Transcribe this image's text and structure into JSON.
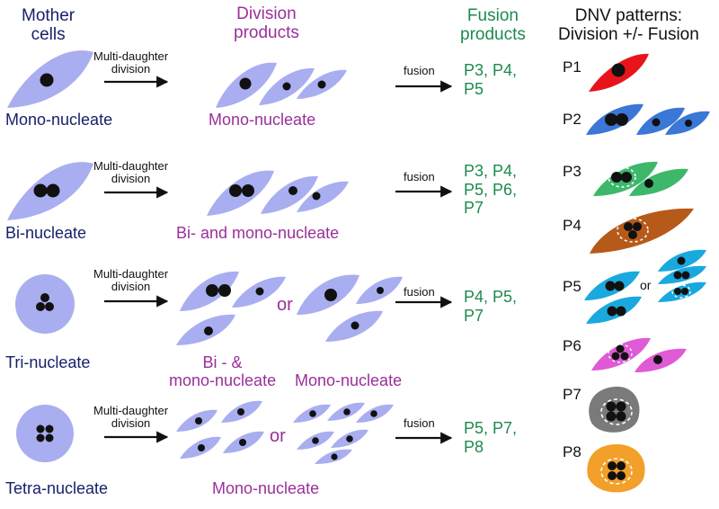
{
  "headers": {
    "mother": "Mother\ncells",
    "division": "Division\nproducts",
    "fusion": "Fusion\nproducts",
    "patterns": "DNV patterns:\nDivision +/- Fusion"
  },
  "rows": [
    {
      "mother_label": "Mono-nucleate",
      "division_arrow_label": "Multi-daughter\ndivision",
      "products_label": "Mono-nucleate",
      "fusion_arrow_label": "fusion",
      "fusion_products": "P3, P4,\nP5"
    },
    {
      "mother_label": "Bi-nucleate",
      "division_arrow_label": "Multi-daughter\ndivision",
      "products_label": "Bi- and mono-nucleate",
      "fusion_arrow_label": "fusion",
      "fusion_products": "P3, P4,\nP5, P6,\nP7"
    },
    {
      "mother_label": "Tri-nucleate",
      "division_arrow_label": "Multi-daughter\ndivision",
      "products_label_a": "Bi - &\nmono-nucleate",
      "or_label": "or",
      "products_label_b": "Mono-nucleate",
      "fusion_arrow_label": "fusion",
      "fusion_products": "P4, P5,\nP7"
    },
    {
      "mother_label": "Tetra-nucleate",
      "division_arrow_label": "Multi-daughter\ndivision",
      "or_label": "or",
      "products_label": "Mono-nucleate",
      "fusion_arrow_label": "fusion",
      "fusion_products": "P5, P7,\nP8"
    }
  ],
  "patterns": [
    {
      "label": "P1",
      "color": "#e8141c"
    },
    {
      "label": "P2",
      "color": "#3a77d6"
    },
    {
      "label": "P3",
      "color": "#3db86a"
    },
    {
      "label": "P4",
      "color": "#b65a1a"
    },
    {
      "label": "P5",
      "color": "#1aa9de",
      "or_label": "or"
    },
    {
      "label": "P6",
      "color": "#e05ad6"
    },
    {
      "label": "P7",
      "color": "#7a7a7a"
    },
    {
      "label": "P8",
      "color": "#f2a02a"
    }
  ],
  "colors": {
    "cell": "#a9aef0",
    "nucleus": "#111111",
    "navy_text": "#17216b",
    "purple_text": "#9b2f9b",
    "green_text": "#1d8a4e"
  }
}
